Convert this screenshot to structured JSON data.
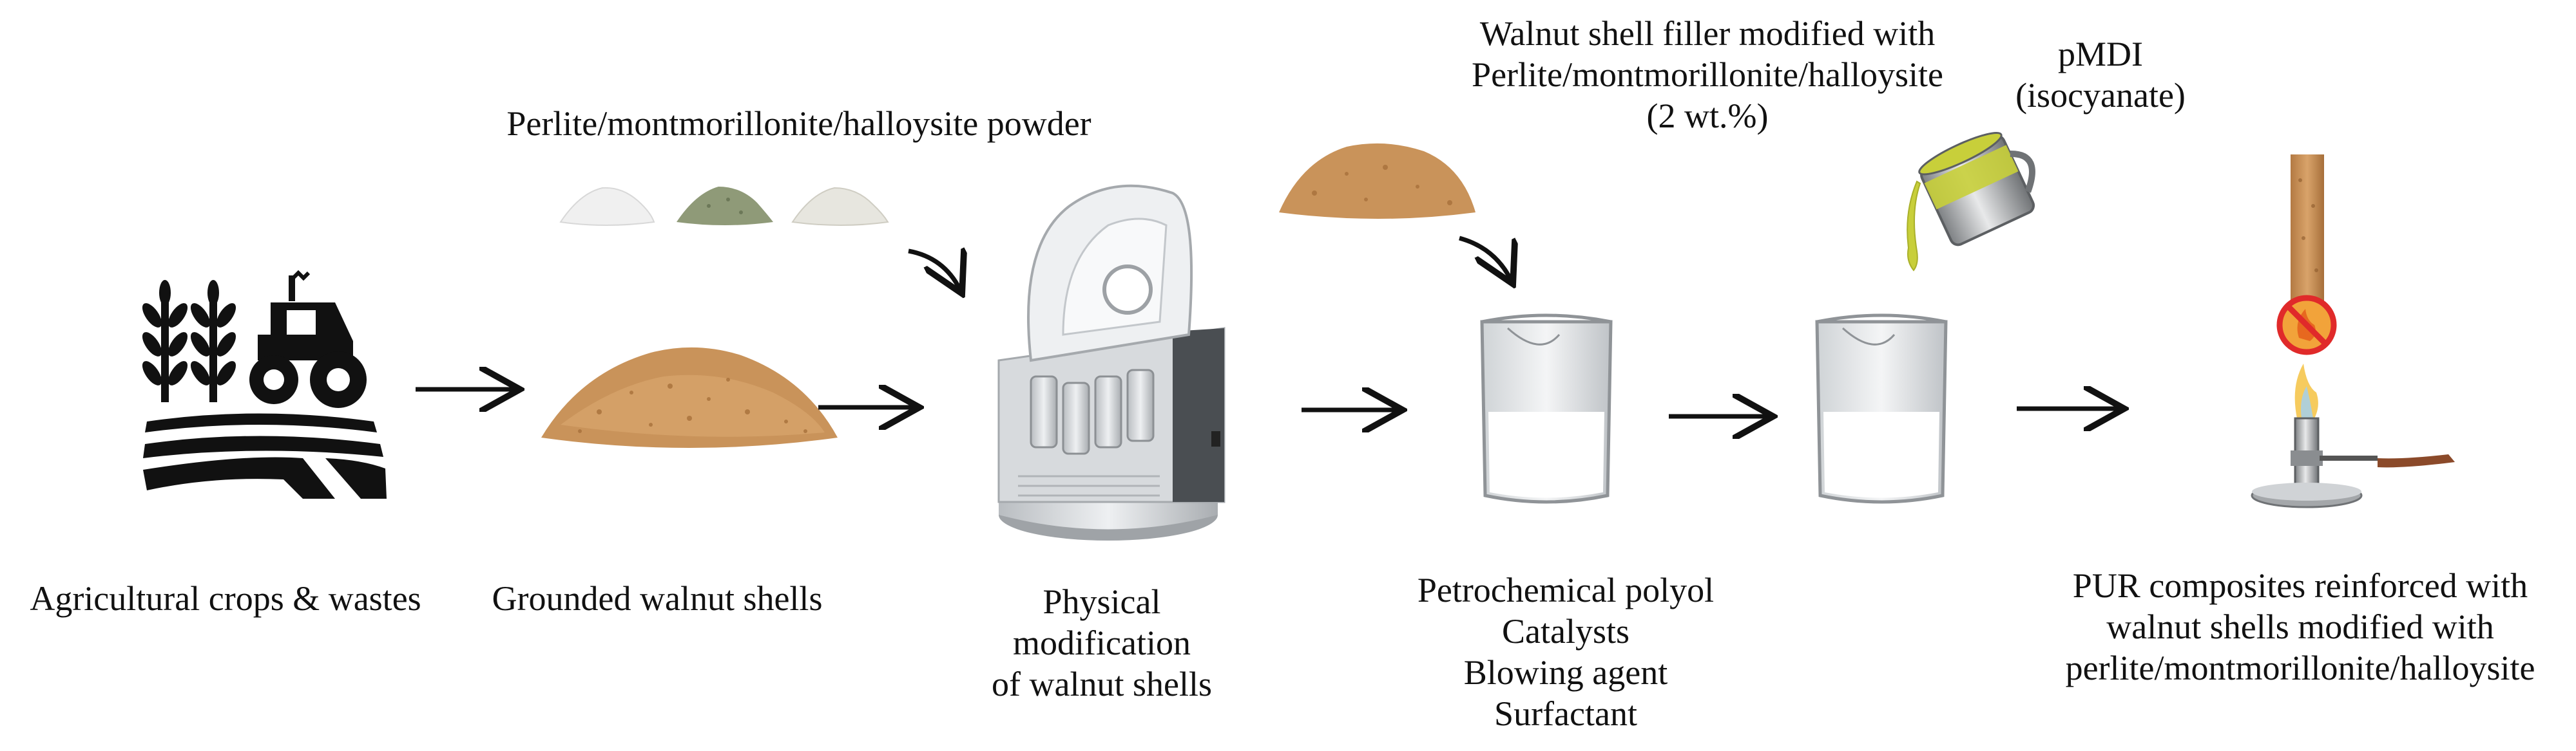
{
  "step_labels": {
    "crops": "Agricultural  crops & wastes",
    "shells": "Grounded walnut shells",
    "physical": [
      "Physical",
      "modification",
      "of walnut shells"
    ],
    "polyol": [
      "Petrochemical polyol",
      "Catalysts",
      "Blowing agent",
      "Surfactant"
    ],
    "composites": [
      "PUR composites reinforced with",
      "walnut shells modified with",
      "perlite/montmorillonite/halloysite"
    ]
  },
  "input_labels": {
    "powder": "Perlite/montmorillonite/halloysite  powder",
    "modified_filler": [
      "Walnut shell filler modified with",
      "Perlite/montmorillonite/halloysite",
      "(2 wt.%)"
    ],
    "isocyanate": [
      "pMDI",
      "(isocyanate)"
    ]
  },
  "colors": {
    "walnut": "#c9935a",
    "walnut_dark": "#a8713b",
    "mill_body": "#d7dadd",
    "mill_dark": "#4a4e52",
    "isocyanate": "#c8cf3a",
    "flame": "#f5c242",
    "no_sign": "#e02a2a"
  }
}
